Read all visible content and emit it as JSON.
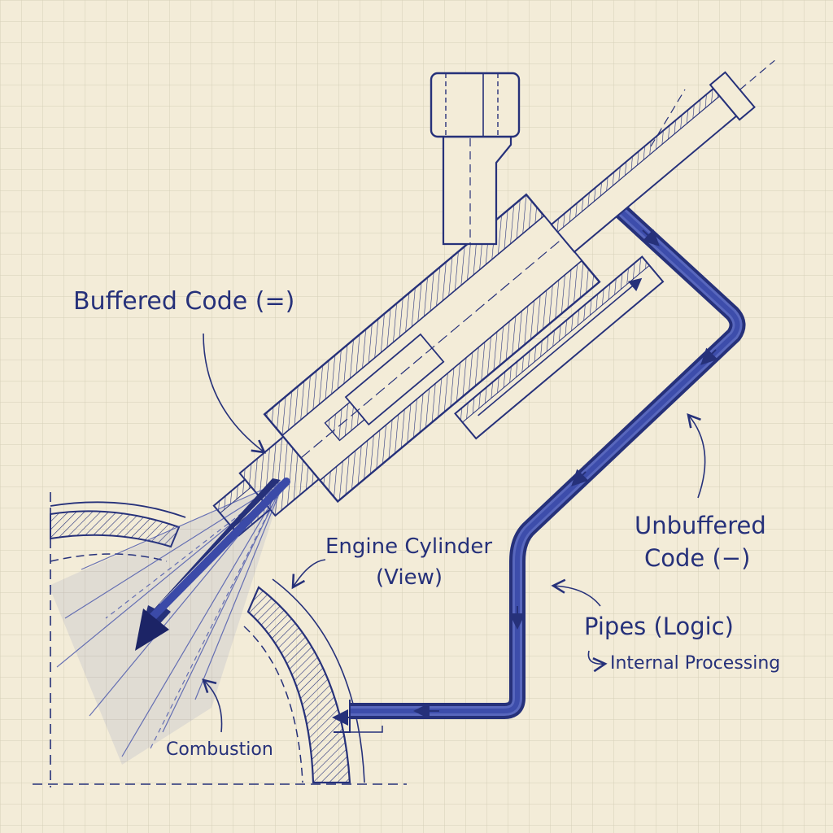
{
  "colors": {
    "paper": "#f3ecd8",
    "grid": "#d9d2bd",
    "ink": "#26317a",
    "ink_dark": "#1c2466",
    "flow": "#3b4aa8"
  },
  "labels": {
    "buffered_code": "Buffered Code (=)",
    "unbuffered_line1": "Unbuffered",
    "unbuffered_line2": "Code (−)",
    "engine_line1": "Engine Cylinder",
    "engine_line2": "(View)",
    "pipes": "Pipes (Logic)",
    "internal_processing": "Internal Processing",
    "combustion": "Combustion"
  }
}
